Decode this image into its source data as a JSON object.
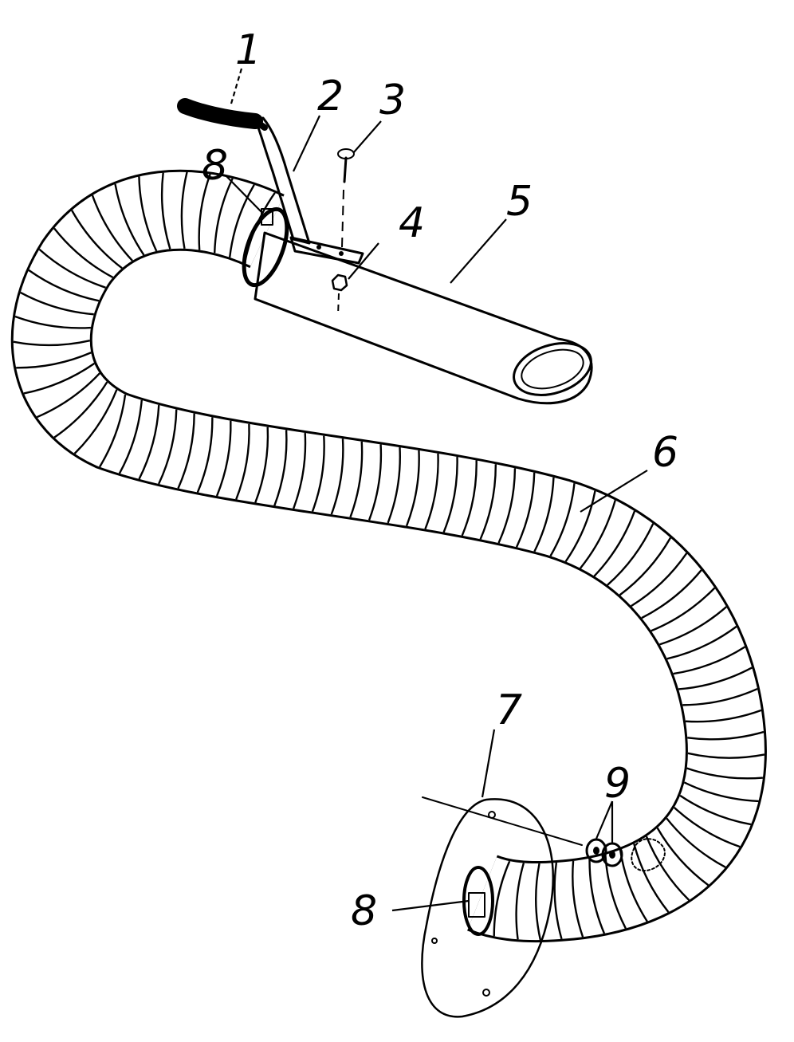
{
  "callouts": [
    {
      "id": "1",
      "label": "1"
    },
    {
      "id": "2",
      "label": "2"
    },
    {
      "id": "3",
      "label": "3"
    },
    {
      "id": "4",
      "label": "4"
    },
    {
      "id": "5",
      "label": "5"
    },
    {
      "id": "6",
      "label": "6"
    },
    {
      "id": "7",
      "label": "7"
    },
    {
      "id": "8a",
      "label": "8"
    },
    {
      "id": "8b",
      "label": "8"
    },
    {
      "id": "9",
      "label": "9"
    }
  ]
}
